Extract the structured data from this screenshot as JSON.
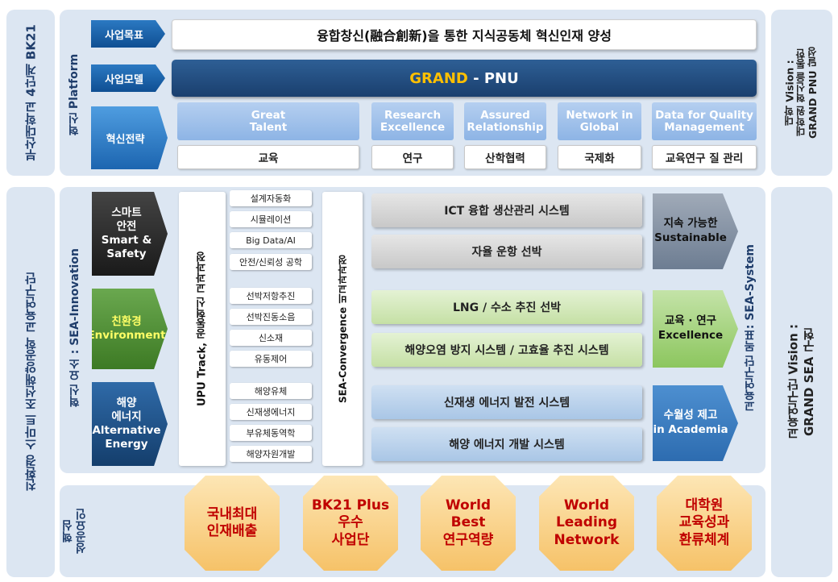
{
  "left_labels": {
    "top": "부산대학교 4단계 BK21",
    "bottom": "친환경 스마트 조선해양공학 교육연구단"
  },
  "right_labels": {
    "top": "대학 Vision :\n대학원 혁신을 통한\nGRAND PNU 달성",
    "bottom": "교육연구단 Vision :\nGRAND SEA 구현"
  },
  "platform": {
    "label": "혁신 Platform",
    "goal_label": "사업목표",
    "goal_text": "융합창신(融合創新)을 통한 지식공동체 혁신인재 양성",
    "model_label": "사업모델",
    "model_grand": "GRAND",
    "model_rest": " - PNU",
    "strategy_label": "혁신전략",
    "strategies": [
      {
        "en": "Great\nTalent",
        "ko": "교육"
      },
      {
        "en": "Research\nExcellence",
        "ko": "연구"
      },
      {
        "en": "Assured\nRelationship",
        "ko": "산학협력"
      },
      {
        "en": "Network in\nGlobal",
        "ko": "국제화"
      },
      {
        "en": "Data for Quality\nManagement",
        "ko": "교육연구 질 관리"
      }
    ]
  },
  "innovation": {
    "label": "혁신 요소 : SEA-Innovation",
    "elements": [
      {
        "text": "스마트\n안전\nSmart &\nSafety"
      },
      {
        "text": "친환경\nEnvironment"
      },
      {
        "text": "해양\n에너지\nAlternative\nEnergy"
      }
    ],
    "upu_track": "UPU Track, 공동혁신 교과과정",
    "courses": [
      "설계자동화",
      "시뮬레이션",
      "Big Data/AI",
      "안전/신뢰성 공학",
      "선박저항추진",
      "선박진동소음",
      "신소재",
      "유동제어",
      "해양유체",
      "신재생에너지",
      "부유체동역학",
      "해양자원개발"
    ],
    "sea_convergence": "SEA-Convergence 비교과과정",
    "systems": [
      "ICT 융합 생산관리 시스템",
      "자율 운항 선박",
      "LNG / 수소 추진 선박",
      "해양오염 방지 시스템 / 고효율 추진 시스템",
      "신재생 에너지 발전 시스템",
      "해양 에너지 개발 시스템"
    ],
    "goals": [
      {
        "text": "지속 가능한\nSustainable"
      },
      {
        "text": "교육 · 연구\nExcellence"
      },
      {
        "text": "수월성 제고\nin Academia"
      }
    ],
    "system_label": "교육연구단 목표: SEA-System"
  },
  "success": {
    "label": "핵심\n성공요인",
    "factors": [
      "국내최대\n인재배출",
      "BK21 Plus\n우수\n사업단",
      "World\nBest\n연구역량",
      "World\nLeading\nNetwork",
      "대학원\n교육성과\n환류체계"
    ]
  },
  "colors": {
    "panel": "#dce6f2",
    "model": "#1f497d",
    "grand": "#ffc000",
    "smart": "#262626",
    "env": "#4f8a2a",
    "energy": "#1f4e79"
  }
}
